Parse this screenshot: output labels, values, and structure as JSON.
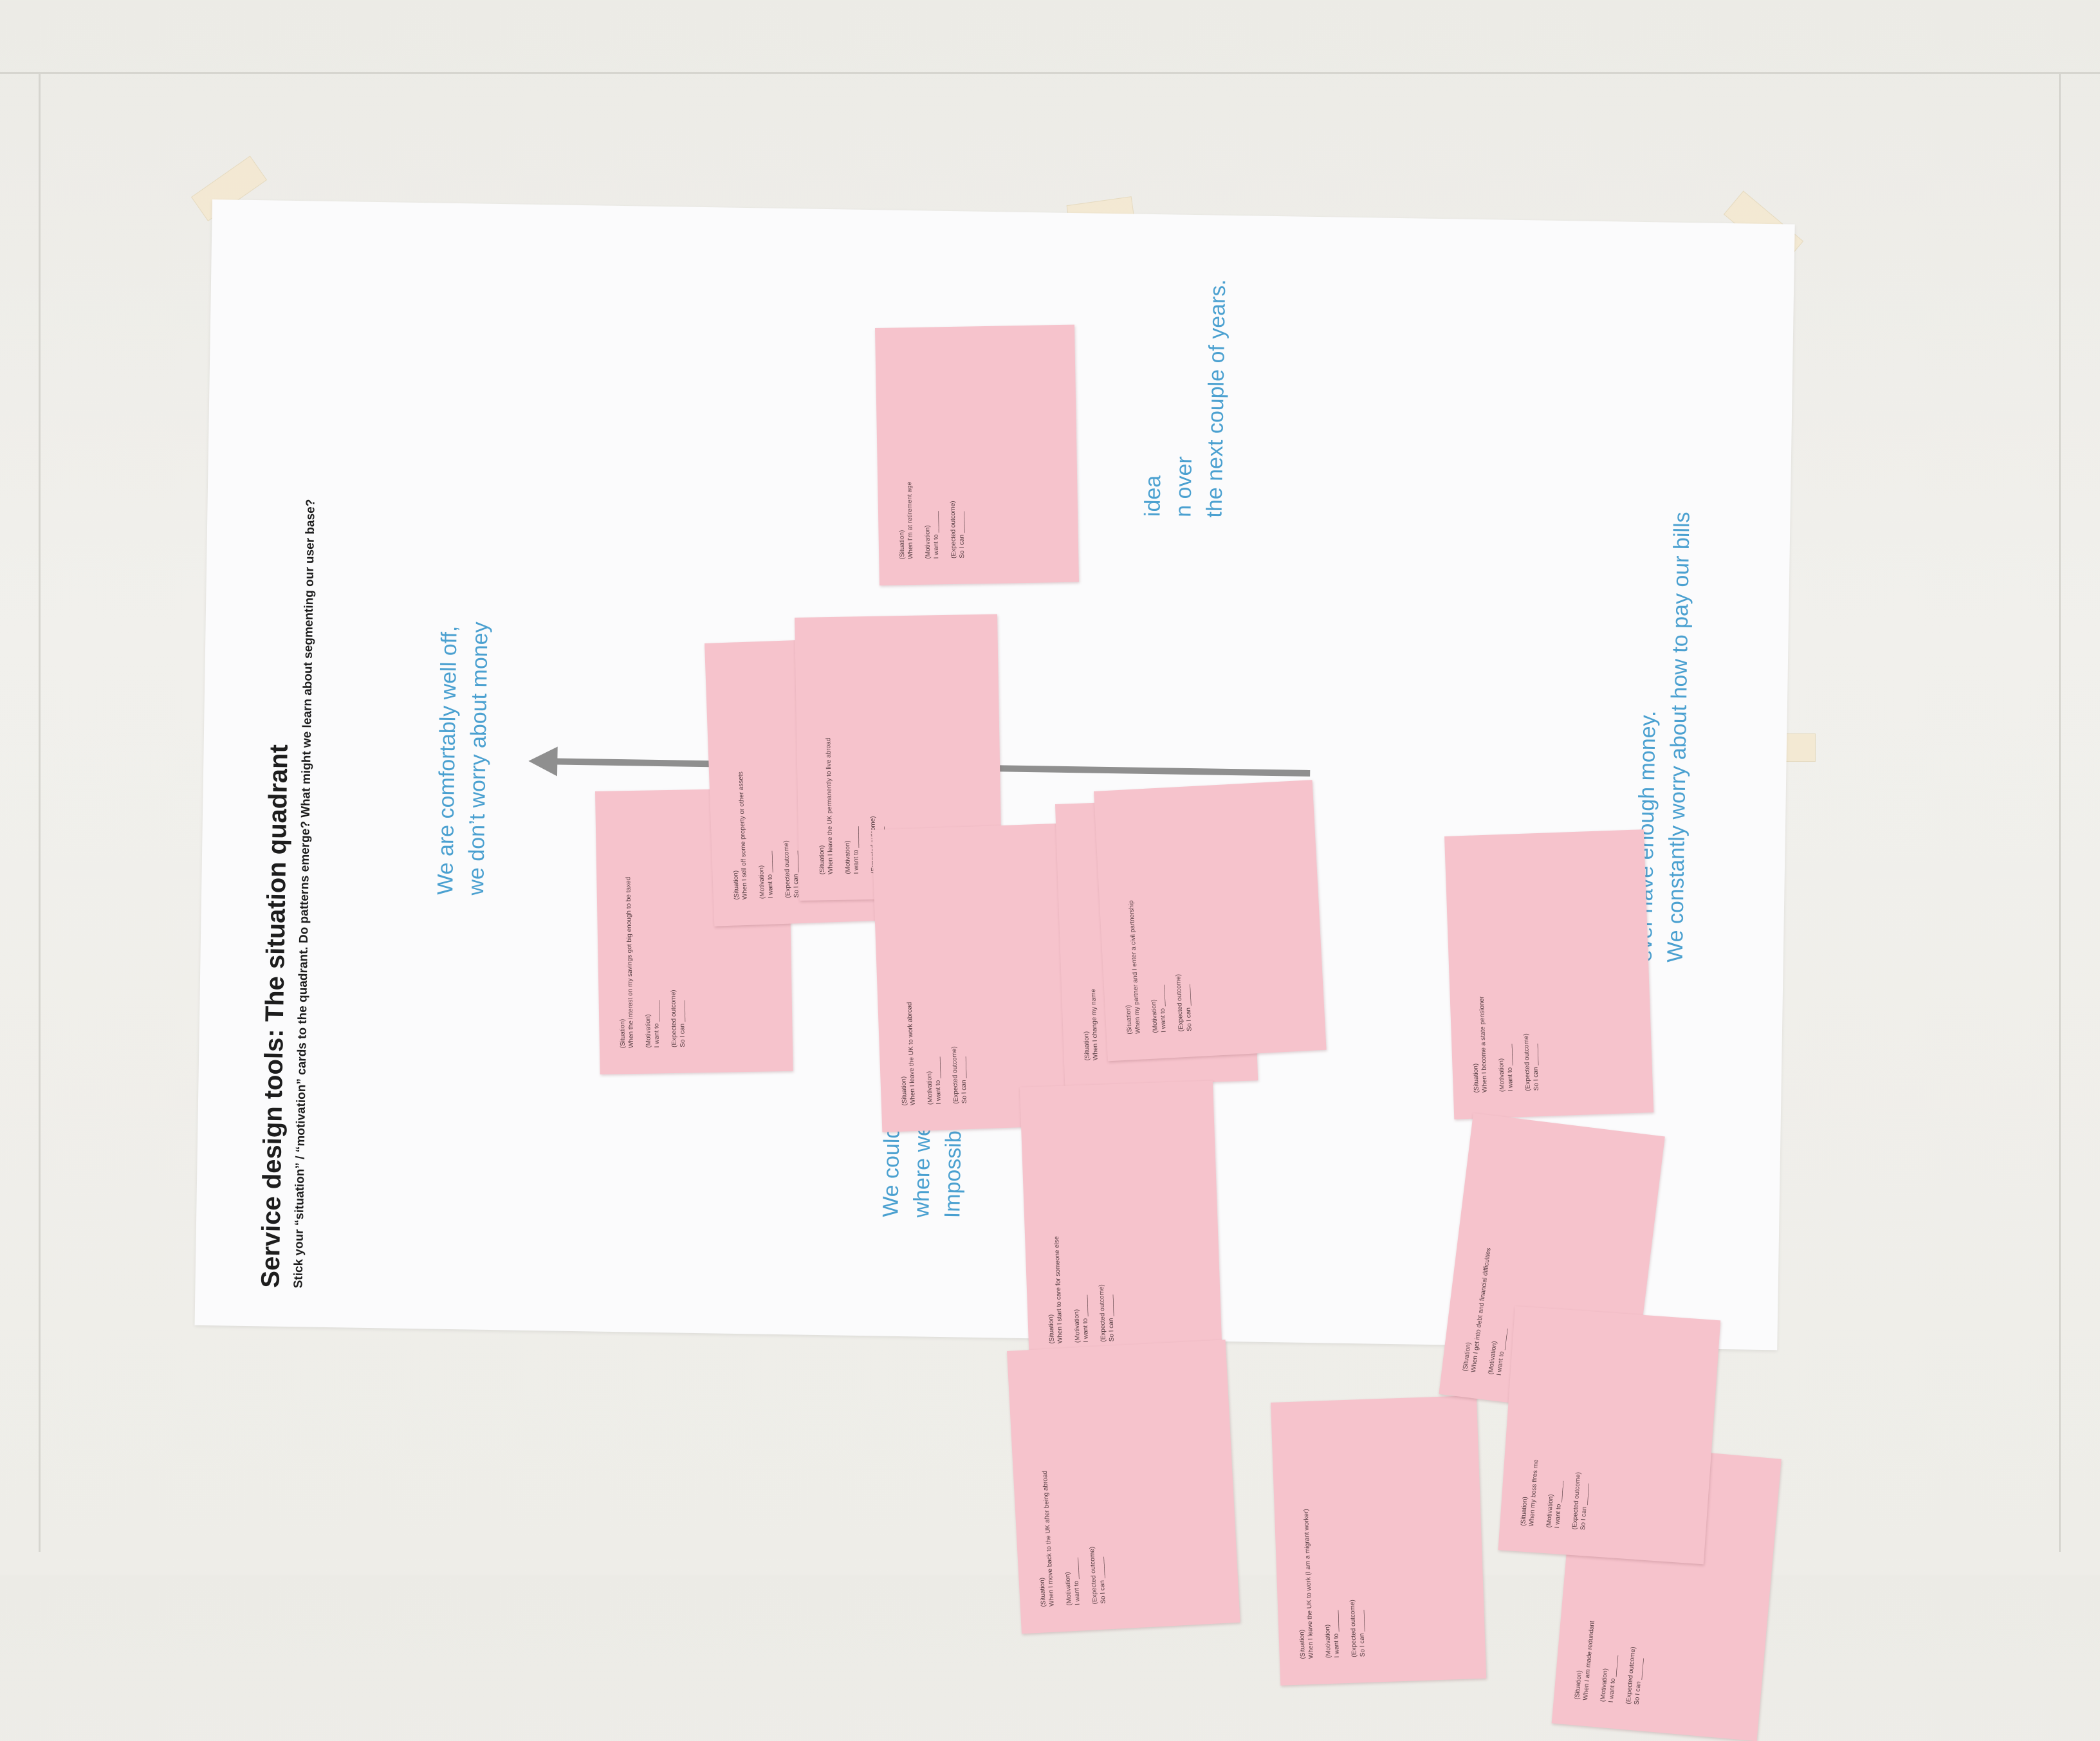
{
  "poster": {
    "title": "Service design tools: The situation quadrant",
    "subtitle": "Stick your “situation” / “motivation” cards to the quadrant. Do patterns emerge? What might we learn about segmenting our user base?"
  },
  "labels": {
    "top_left_line1": "We are comfortably well off,",
    "top_left_line2": "we don’t worry about money",
    "bottom_left_line1": "We couldn’t say",
    "bottom_left_line2": "where we will be at next year.",
    "bottom_left_line3": "Impossible to plan ahead.",
    "bottom_right_line1": "ever have enough money.",
    "bottom_right_line2": "We constantly worry about how to pay our bills",
    "top_right_line1": "idea",
    "top_right_line2": "n over",
    "top_right_line3": "the next couple of years."
  },
  "card_fields": {
    "situation": "(Situation)",
    "motivation": "(Motivation)",
    "want": "I want to ______",
    "outcome": "(Expected outcome)",
    "so": "So I can ______"
  },
  "cards": [
    {
      "situation_text": "When the interest on my savings got big enough to be taxed"
    },
    {
      "situation_text": "When I sell off some property or other assets"
    },
    {
      "situation_text": "When I leave the UK permanently to live abroad"
    },
    {
      "situation_text": "When I leave the UK to work abroad"
    },
    {
      "situation_text": "When I change my name"
    },
    {
      "situation_text": "When my partner and I enter a civil partnership"
    },
    {
      "situation_text": "When I start to care for someone else"
    },
    {
      "situation_text": "When I move back to the UK after being abroad"
    },
    {
      "situation_text": "When I leave the UK to work (I am a migrant worker)"
    },
    {
      "situation_text": "When I become a state pensioner"
    },
    {
      "situation_text": "When I get into debt and financial difficulties"
    },
    {
      "situation_text": "When I am made redundant"
    },
    {
      "situation_text": "When my boss fires me"
    },
    {
      "situation_text": "When I'm at retirement age"
    }
  ],
  "colors": {
    "card": "#f6c3cc",
    "label_blue": "#4aa0d0",
    "arrow": "#8f8f8f",
    "poster": "#fbfbfc"
  }
}
